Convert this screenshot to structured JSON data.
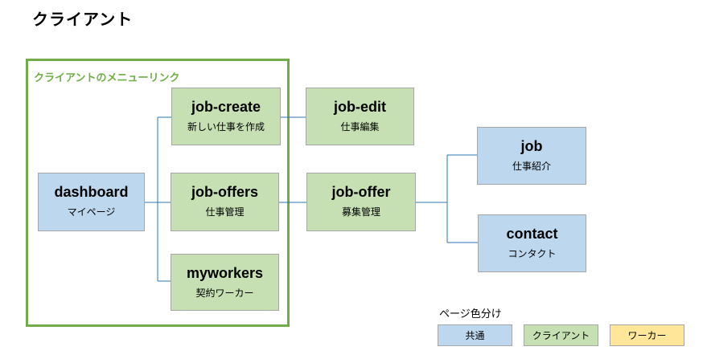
{
  "title": "クライアント",
  "frame_label": "クライアントのメニューリンク",
  "nodes": {
    "dashboard": {
      "name": "dashboard",
      "desc": "マイページ"
    },
    "job_create": {
      "name": "job-create",
      "desc": "新しい仕事を作成"
    },
    "job_offers": {
      "name": "job-offers",
      "desc": "仕事管理"
    },
    "myworkers": {
      "name": "myworkers",
      "desc": "契約ワーカー"
    },
    "job_edit": {
      "name": "job-edit",
      "desc": "仕事編集"
    },
    "job_offer": {
      "name": "job-offer",
      "desc": "募集管理"
    },
    "job": {
      "name": "job",
      "desc": "仕事紹介"
    },
    "contact": {
      "name": "contact",
      "desc": "コンタクト"
    }
  },
  "legend": {
    "title": "ページ色分け",
    "items": [
      {
        "label": "共通",
        "color": "#bdd7ee"
      },
      {
        "label": "クライアント",
        "color": "#c6e0b4"
      },
      {
        "label": "ワーカー",
        "color": "#ffe699"
      }
    ]
  },
  "colors": {
    "frame": "#70ad47",
    "connector": "#2e75b6"
  }
}
